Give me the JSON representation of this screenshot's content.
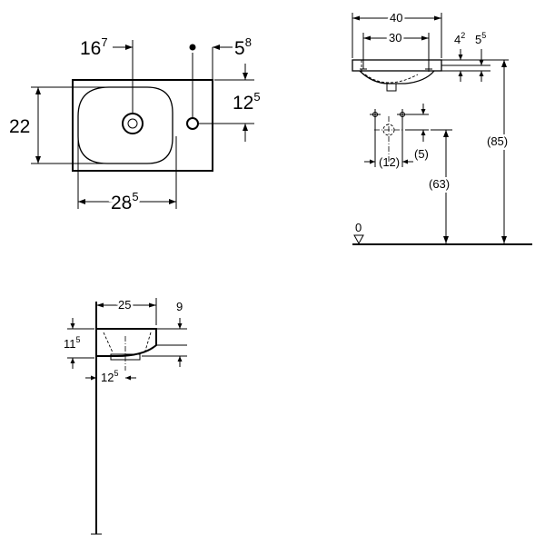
{
  "top_view": {
    "dim_overflow_offset": {
      "main": "16",
      "sup": "7"
    },
    "dim_tap_offset": {
      "main": "5",
      "sup": "8"
    },
    "dim_depth": "22",
    "dim_tap_from_back": {
      "main": "12",
      "sup": "5"
    },
    "dim_bowl_width": {
      "main": "28",
      "sup": "5"
    }
  },
  "front_view": {
    "dim_overall_width": "40",
    "dim_fixing_distance": "30",
    "dim_rim_a": {
      "main": "4",
      "sup": "2"
    },
    "dim_rim_b": {
      "main": "5",
      "sup": "5"
    },
    "dim_supply_spacing": "(12)",
    "dim_supply_rise": "(5)",
    "dim_supply_height": "(63)",
    "dim_rim_height": "(85)",
    "floor_level": "0"
  },
  "side_view": {
    "dim_projection": "25",
    "dim_rim_thickness": "9",
    "dim_basin_height": {
      "main": "11",
      "sup": "5"
    },
    "dim_waste_offset": {
      "main": "12",
      "sup": "5"
    }
  }
}
